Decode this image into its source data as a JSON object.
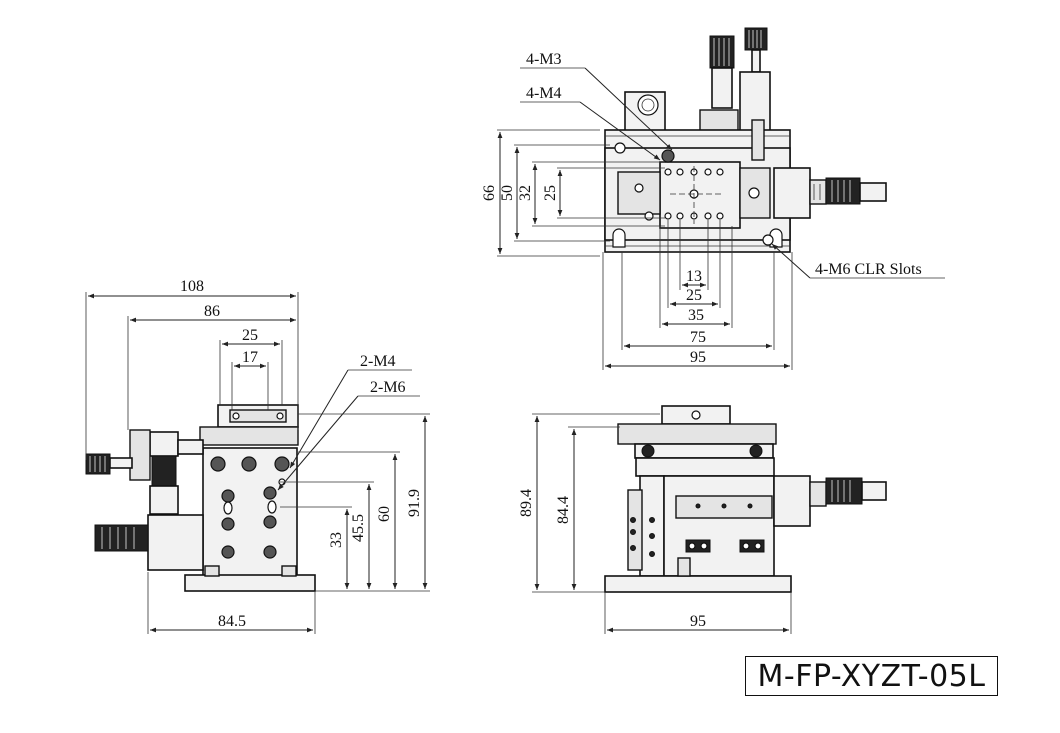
{
  "model": "M-FP-XYZT-05L",
  "top_view": {
    "callouts": [
      "4-M3",
      "4-M4",
      "4-M6 CLR Slots"
    ],
    "vertical_dims": [
      "66",
      "50",
      "32",
      "25"
    ],
    "horizontal_dims": [
      "13",
      "25",
      "35",
      "75",
      "95"
    ]
  },
  "side_view_left": {
    "top_dims": [
      "108",
      "86",
      "25",
      "17"
    ],
    "callouts": [
      "2-M4",
      "2-M6"
    ],
    "vertical_dims": [
      "33",
      "45.5",
      "60",
      "91.9"
    ],
    "bottom_dim": "84.5"
  },
  "side_view_right": {
    "vertical_dims": [
      "89.4",
      "84.4"
    ],
    "bottom_dim": "95"
  },
  "colors": {
    "line": "#111111",
    "background": "#ffffff"
  }
}
